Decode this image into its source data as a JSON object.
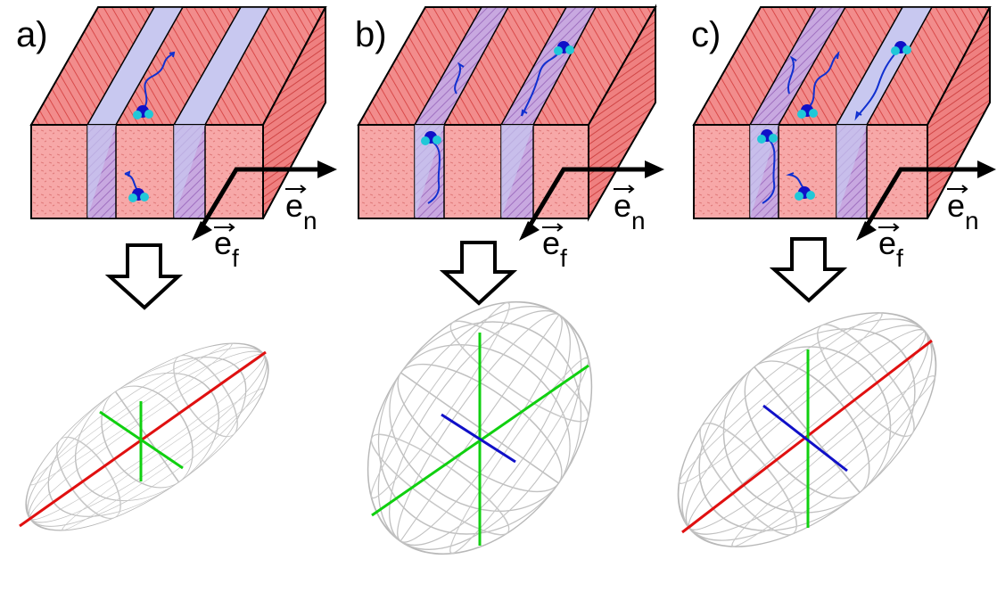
{
  "panels": [
    {
      "label": "a)",
      "vector_n": "e",
      "vector_n_sub": "n",
      "vector_f": "e",
      "vector_f_sub": "f",
      "ellipsoid_axes": [
        "red-long",
        "green-medium",
        "green-short"
      ]
    },
    {
      "label": "b)",
      "vector_n": "e",
      "vector_n_sub": "n",
      "vector_f": "e",
      "vector_f_sub": "f",
      "ellipsoid_axes": [
        "green-long",
        "green-medium",
        "blue-short"
      ]
    },
    {
      "label": "c)",
      "vector_n": "e",
      "vector_n_sub": "n",
      "vector_f": "e",
      "vector_f_sub": "f",
      "ellipsoid_axes": [
        "red-long",
        "green-medium",
        "blue-short"
      ]
    }
  ],
  "colors": {
    "fiber": "#f28c8c",
    "fiber_stripe": "#d94a4a",
    "fiber_front": "#f7a8a8",
    "gap": "#c8c8f0",
    "gap_stripe": "#a080c8",
    "ellipsoid_mesh": "#b8b8b8",
    "axis_red": "#e01010",
    "axis_green": "#10d010",
    "axis_blue": "#1010c8",
    "molecule_dark": "#1010c8",
    "molecule_light": "#20c8d8",
    "path": "#1030d0"
  }
}
